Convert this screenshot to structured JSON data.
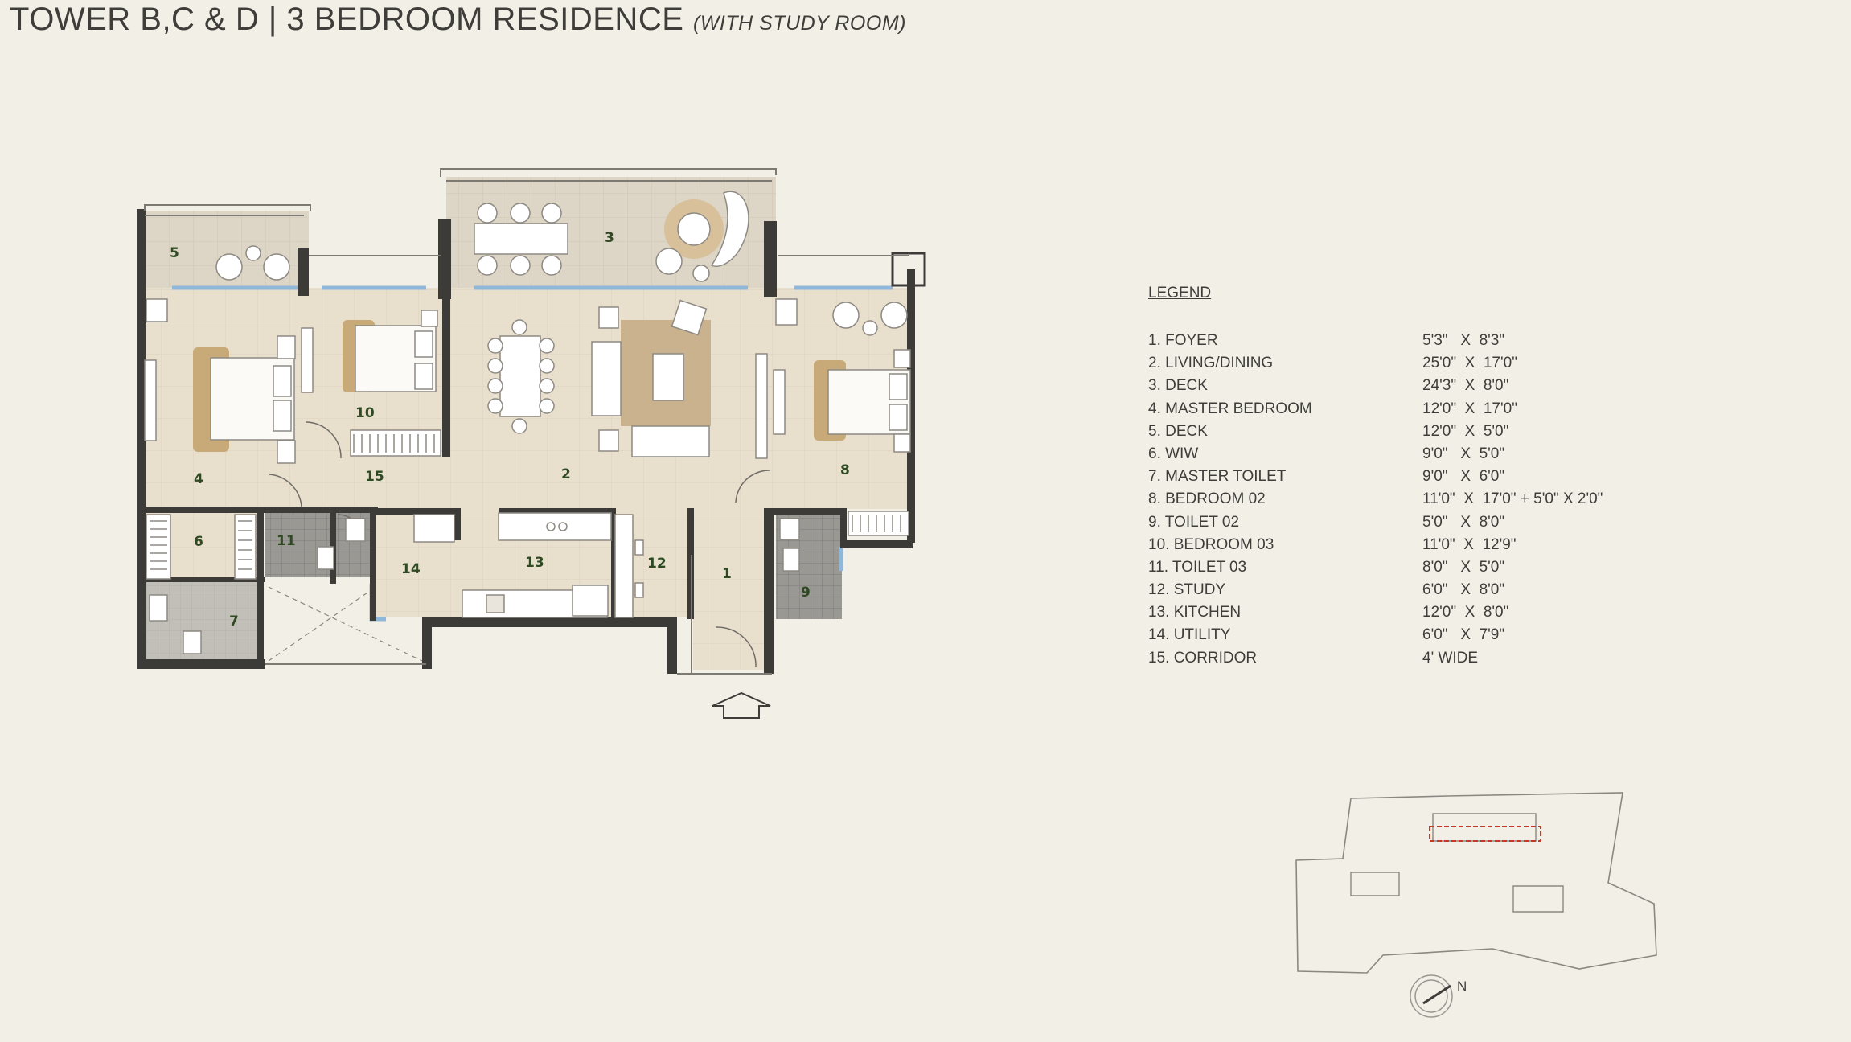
{
  "header": {
    "title": "TOWER B,C & D | 3 BEDROOM RESIDENCE",
    "subtitle": "(WITH STUDY ROOM)"
  },
  "plan": {
    "room_labels": [
      "1",
      "2",
      "3",
      "4",
      "5",
      "6",
      "7",
      "8",
      "9",
      "10",
      "11",
      "12",
      "13",
      "14",
      "15"
    ],
    "entrance_icon": "up-arrow-icon"
  },
  "legend": {
    "title": "LEGEND",
    "items": [
      {
        "name": "1. FOYER",
        "dim": "5'3\"   X  8'3\""
      },
      {
        "name": "2. LIVING/DINING",
        "dim": "25'0\"  X  17'0\""
      },
      {
        "name": "3. DECK",
        "dim": "24'3\"  X  8'0\""
      },
      {
        "name": "4. MASTER BEDROOM",
        "dim": "12'0\"  X  17'0\""
      },
      {
        "name": "5. DECK",
        "dim": "12'0\"  X  5'0\""
      },
      {
        "name": "6. WIW",
        "dim": "9'0\"   X  5'0\""
      },
      {
        "name": "7. MASTER TOILET",
        "dim": "9'0\"   X  6'0\""
      },
      {
        "name": "8. BEDROOM 02",
        "dim": "11'0\"  X  17'0\" + 5'0\" X 2'0\""
      },
      {
        "name": "9. TOILET 02",
        "dim": "5'0\"   X  8'0\""
      },
      {
        "name": "10. BEDROOM 03",
        "dim": "11'0\"  X  12'9\""
      },
      {
        "name": "11. TOILET 03",
        "dim": "8'0\"   X  5'0\""
      },
      {
        "name": "12. STUDY",
        "dim": "6'0\"   X  8'0\""
      },
      {
        "name": "13. KITCHEN",
        "dim": "12'0\"  X  8'0\""
      },
      {
        "name": "14. UTILITY",
        "dim": "6'0\"   X  7'9\""
      },
      {
        "name": "15. CORRIDOR",
        "dim": "4' WIDE"
      }
    ]
  },
  "keyplan": {
    "north_label": "N",
    "north_icon": "compass-icon"
  },
  "colors": {
    "background": "#f2efe7",
    "floor": "#e7ddcb",
    "wall": "#3d3b38",
    "glazing": "#8fb7d9",
    "highlight": "#c0392b",
    "label": "#2f4a22"
  }
}
